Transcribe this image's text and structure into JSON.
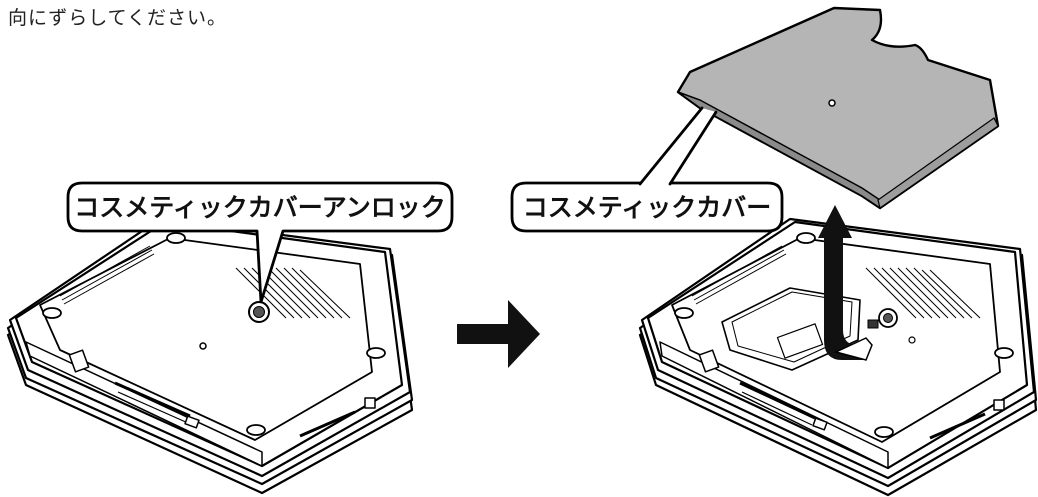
{
  "caption": "向にずらしてください。",
  "callouts": {
    "unlock_label": "コスメティックカバーアンロック",
    "cover_label": "コスメティックカバー"
  },
  "icons": {
    "direction_arrow": "right-arrow-icon",
    "lift_arrow": "up-arrow-icon"
  },
  "colors": {
    "line": "#000000",
    "cover_fill": "#b5b5b5",
    "cover_edge": "#8a8a8a",
    "arrow": "#111111",
    "device_fill": "#ffffff"
  }
}
